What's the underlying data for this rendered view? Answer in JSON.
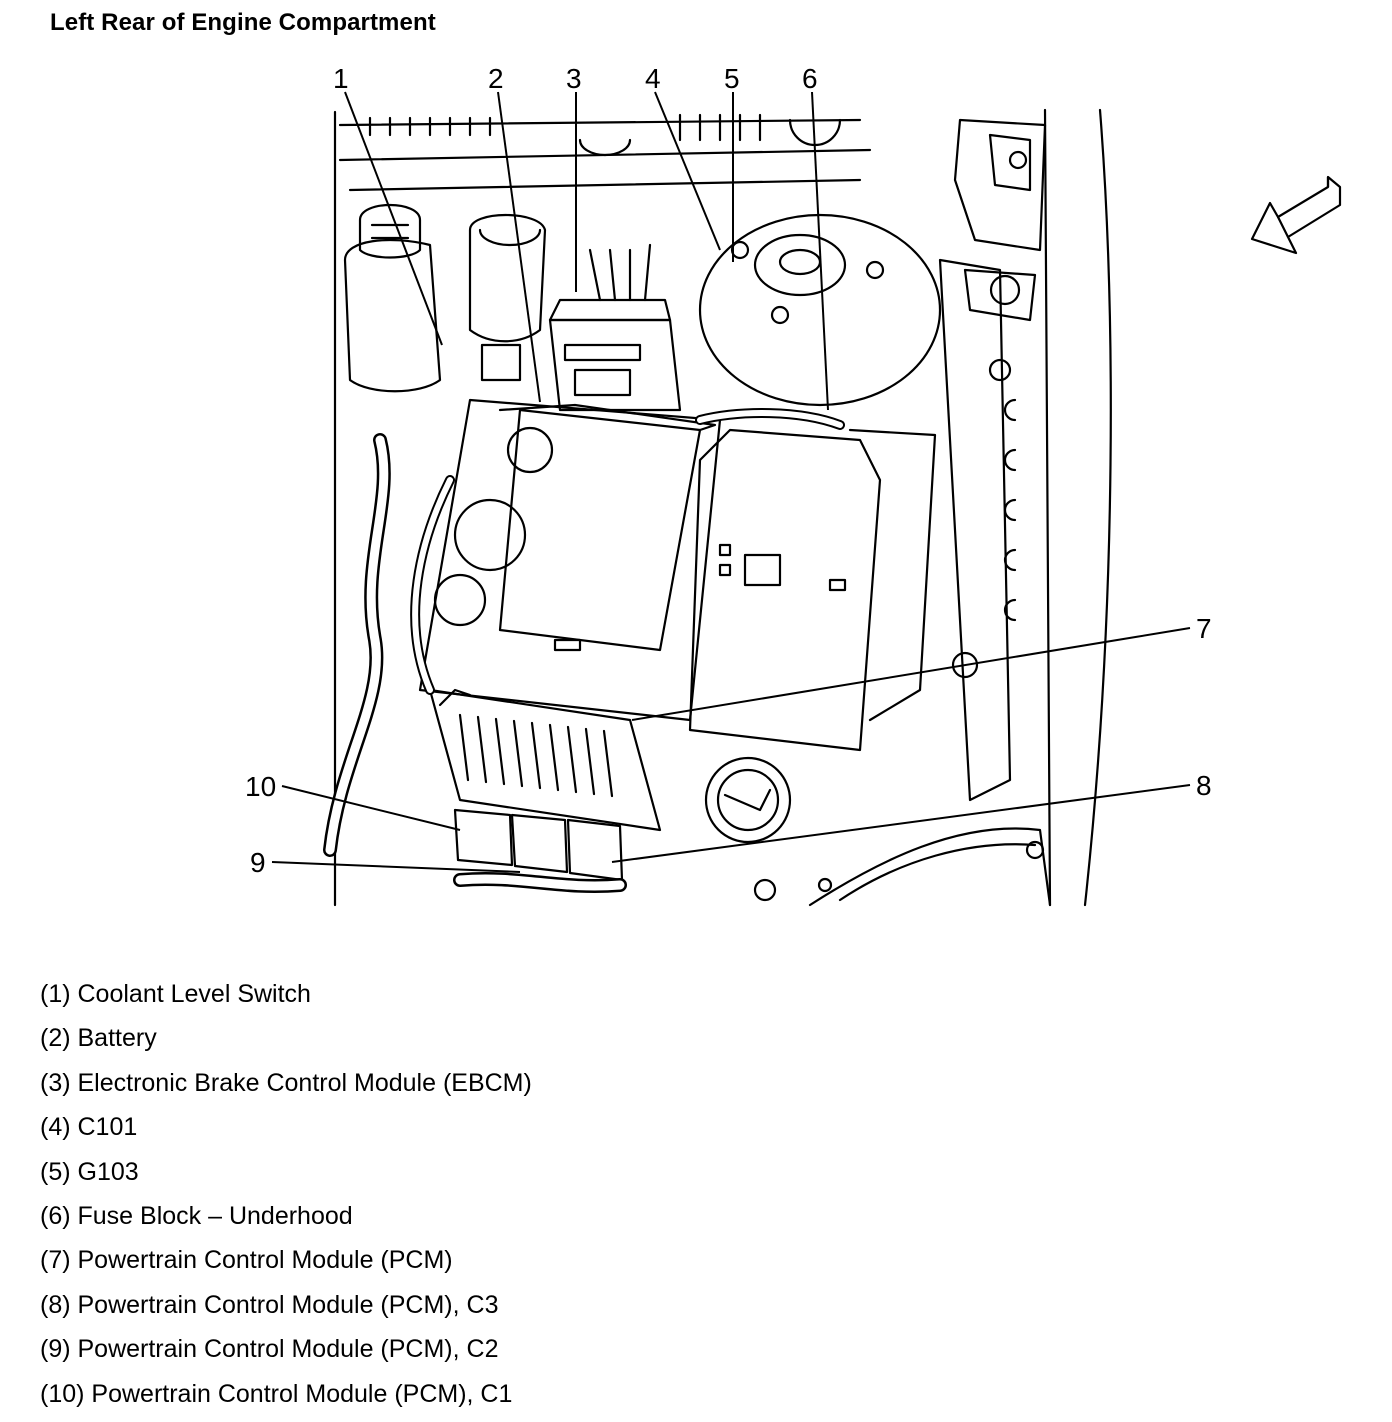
{
  "title": "Left Rear of Engine Compartment",
  "callouts": [
    {
      "number": "1",
      "name": "Coolant Level Switch"
    },
    {
      "number": "2",
      "name": "Battery"
    },
    {
      "number": "3",
      "name": "Electronic Brake Control Module (EBCM)"
    },
    {
      "number": "4",
      "name": "C101"
    },
    {
      "number": "5",
      "name": "G103"
    },
    {
      "number": "6",
      "name": "Fuse Block – Underhood"
    },
    {
      "number": "7",
      "name": "Powertrain Control Module (PCM)"
    },
    {
      "number": "8",
      "name": "Powertrain Control Module (PCM), C3"
    },
    {
      "number": "9",
      "name": "Powertrain Control Module (PCM), C2"
    },
    {
      "number": "10",
      "name": "Powertrain Control Module (PCM), C1"
    }
  ],
  "legend": [
    "(1) Coolant Level Switch",
    "(2) Battery",
    "(3) Electronic Brake Control Module (EBCM)",
    "(4) C101",
    "(5) G103",
    "(6) Fuse Block – Underhood",
    "(7) Powertrain Control Module (PCM)",
    "(8) Powertrain Control Module (PCM), C3",
    "(9) Powertrain Control Module (PCM), C2",
    "(10) Powertrain Control Module (PCM), C1"
  ],
  "icons": {
    "direction": "front-of-vehicle-arrow-icon"
  },
  "colors": {
    "line": "#000000",
    "background": "#ffffff"
  }
}
